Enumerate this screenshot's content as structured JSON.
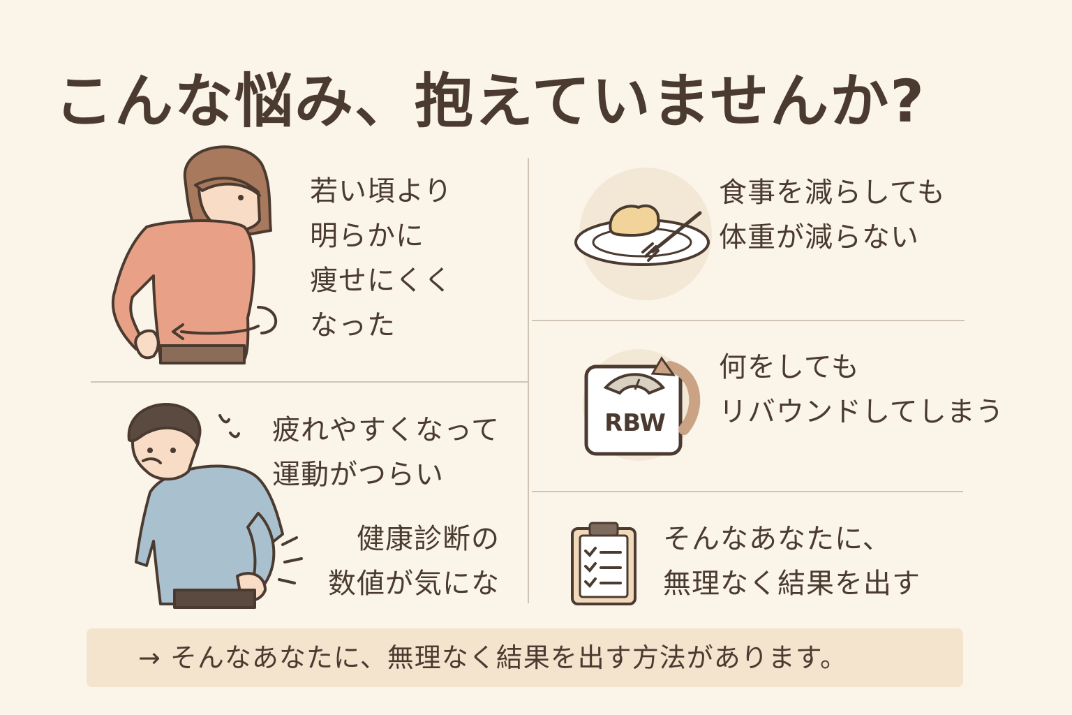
{
  "title": "こんな悩み、抱えていませんか?",
  "items": {
    "younger": [
      "若い頃より",
      "明らかに",
      "痩せにくく",
      "なった"
    ],
    "diet": [
      "食事を減らしても",
      "体重が減らない"
    ],
    "rebound": [
      "何をしても",
      "リバウンドしてしまう"
    ],
    "tired": [
      "疲れやすくなって",
      "運動がつらい"
    ],
    "health": [
      "健康診断の",
      "数値が気にな"
    ],
    "solution": [
      "そんなあなたに、",
      "無理なく結果を出す"
    ]
  },
  "scale_label": "RBW",
  "banner": "→ そんなあなたに、無理なく結果を出す方法があります。",
  "colors": {
    "background": "#fbf5e9",
    "text": "#4a3a30",
    "banner": "#f4e4ce",
    "woman_shirt": "#e8a086",
    "man_shirt": "#a9c1cf"
  },
  "icons": [
    "woman-waist-icon",
    "plate-fork-icon",
    "scale-rebound-icon",
    "tired-man-icon",
    "clipboard-checklist-icon"
  ]
}
